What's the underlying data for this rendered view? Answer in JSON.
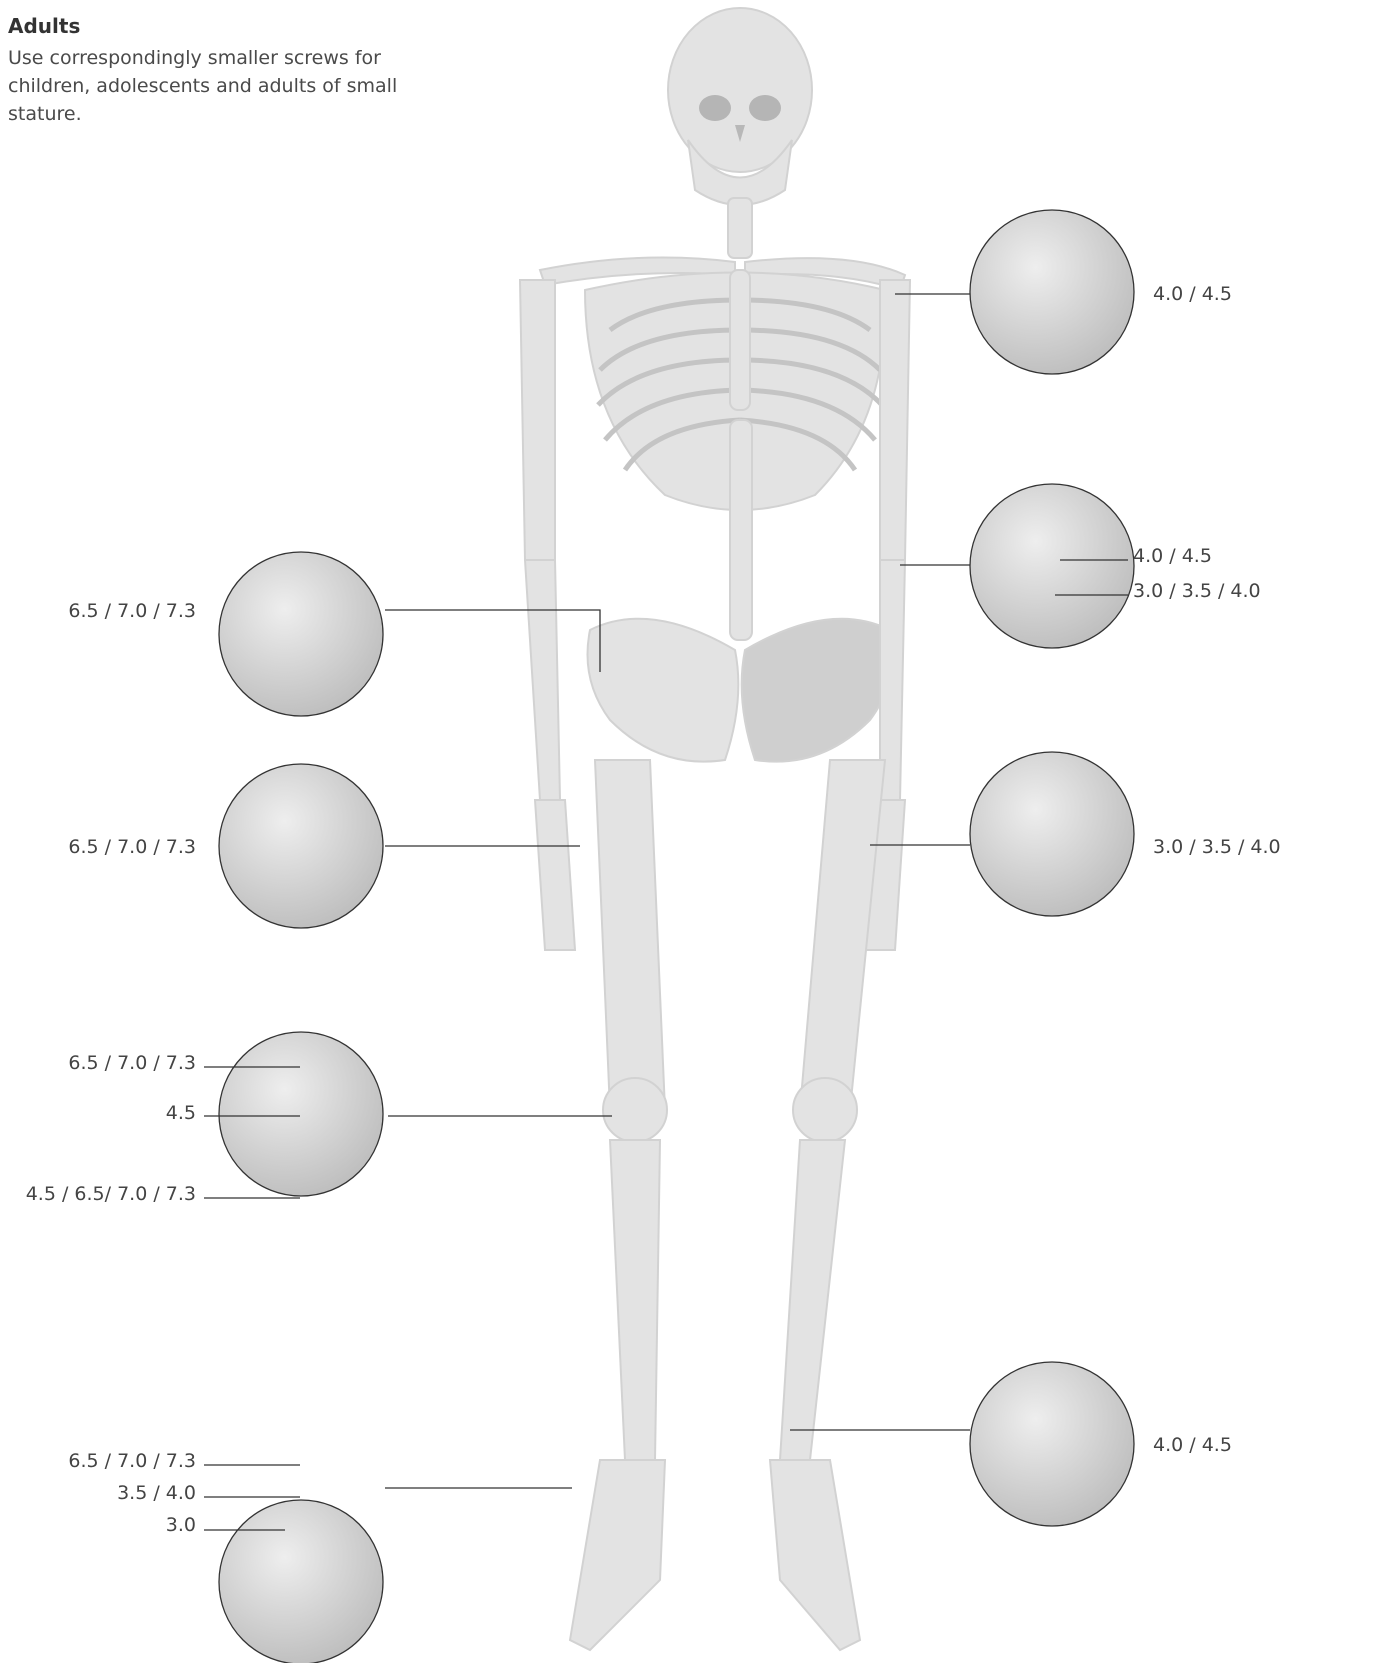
{
  "header": {
    "title": "Adults",
    "text": "Use correspondingly smaller screws for children, adolescents and adults of small stature."
  },
  "callouts": {
    "shoulder": {
      "labels": [
        "4.0 / 4.5"
      ]
    },
    "elbow": {
      "labels": [
        "4.0 / 4.5",
        "3.0 / 3.5 / 4.0"
      ]
    },
    "wrist": {
      "labels": [
        "3.0 / 3.5 / 4.0"
      ]
    },
    "ankle_right": {
      "labels": [
        "4.0 / 4.5"
      ]
    },
    "pelvis": {
      "labels": [
        "6.5 / 7.0 / 7.3"
      ]
    },
    "hip": {
      "labels": [
        "6.5 / 7.0 / 7.3"
      ]
    },
    "knee": {
      "labels": [
        "6.5 / 7.0 / 7.3",
        "4.5",
        "4.5 / 6.5/ 7.0 / 7.3"
      ]
    },
    "foot_left": {
      "labels": [
        "6.5 / 7.0 / 7.3",
        "3.5 / 4.0",
        "3.0"
      ]
    }
  },
  "colors": {
    "bone": "#e2e2e2",
    "bone_shadow": "#cfcfcf",
    "line": "#333333",
    "circle_fill": "#d8d8d8"
  }
}
